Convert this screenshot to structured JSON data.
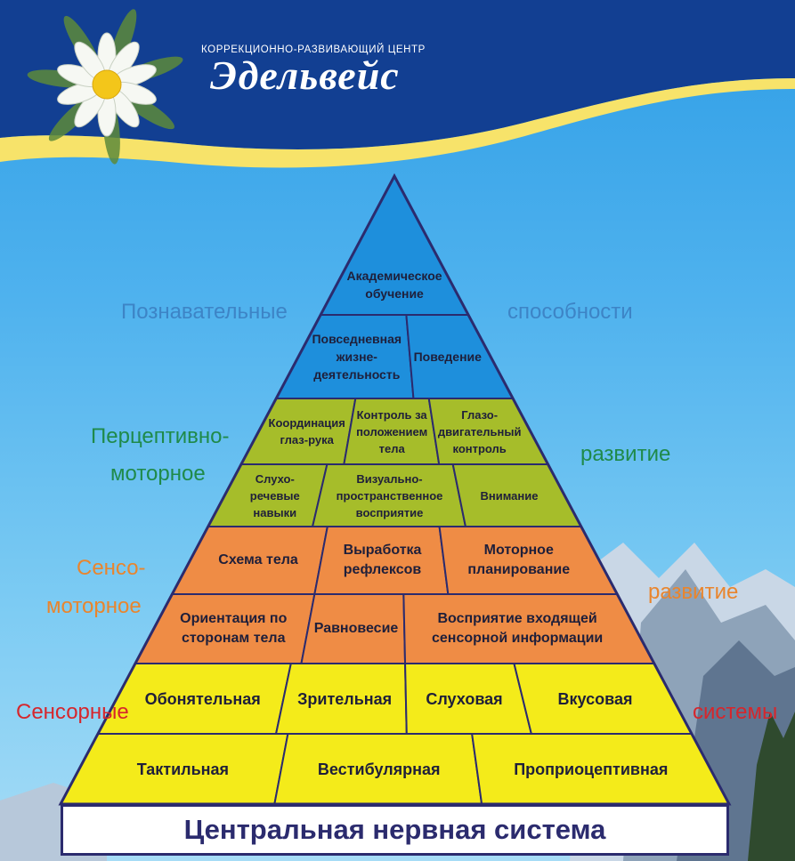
{
  "brand": {
    "subtitle": "КОРРЕКЦИОННО-РАЗВИВАЮЩИЙ ЦЕНТР",
    "name": "Эдельвейс"
  },
  "base": "Центральная нервная система",
  "labels": {
    "cognitive_left": "Познавательные",
    "cognitive_right": "способности",
    "perceptual_left_1": "Перцептивно-",
    "perceptual_left_2": "моторное",
    "perceptual_right": "развитие",
    "sensorimotor_left_1": "Сенсо-",
    "sensorimotor_left_2": "моторное",
    "sensorimotor_right": "развитие",
    "sensory_left": "Сенсорные",
    "sensory_right": "системы"
  },
  "colors": {
    "cognitive": "#1e8fdc",
    "perceptual": "#a6bd2a",
    "sensorimotor": "#ef8c45",
    "sensory": "#f4eb1a",
    "outline": "#2b2b6e",
    "label_cognitive": "#3d84c6",
    "label_perceptual": "#1f8a4a",
    "label_sensorimotor": "#e9852d",
    "label_sensory": "#d6262c"
  },
  "pyramid": {
    "cognitive": [
      [
        "Академическое обучение"
      ],
      [
        "Повседневная жизне- деятельность",
        "Поведение"
      ]
    ],
    "perceptual": [
      [
        "Координация глаз-рука",
        "Контроль за положением тела",
        "Глазо- двигательный контроль"
      ],
      [
        "Слухо-речевые навыки",
        "Визуально- пространственное восприятие",
        "Внимание"
      ]
    ],
    "sensorimotor": [
      [
        "Схема тела",
        "Выработка рефлексов",
        "Моторное планирование"
      ],
      [
        "Ориентация по сторонам тела",
        "Равновесие",
        "Восприятие входящей сенсорной информации"
      ]
    ],
    "sensory": [
      [
        "Обонятельная",
        "Зрительная",
        "Слуховая",
        "Вкусовая"
      ],
      [
        "Тактильная",
        "Вестибулярная",
        "Проприоцептивная"
      ]
    ]
  }
}
